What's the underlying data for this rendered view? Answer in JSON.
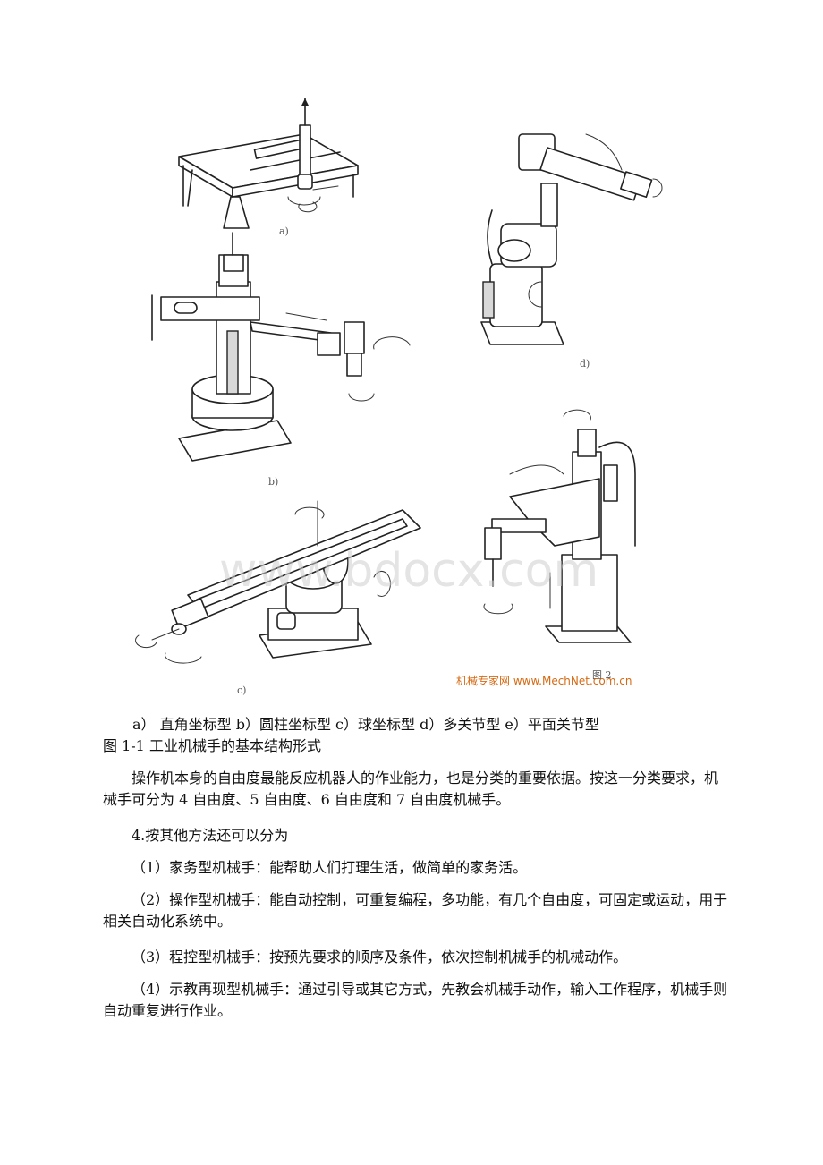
{
  "figure": {
    "sublabels": {
      "a": "a)",
      "b": "b)",
      "c": "c)",
      "d": "d)",
      "e": "图 2"
    },
    "watermark": "www.bdocx.com",
    "credit": "机械专家网 www.MechNet.com.cn"
  },
  "caption": {
    "types": "a） 直角坐标型 b）圆柱坐标型 c）球坐标型 d）多关节型 e）平面关节型",
    "title": "图 1-1 工业机械手的基本结构形式"
  },
  "body": {
    "para1": "操作机本身的自由度最能反应机器人的作业能力，也是分类的重要依据。按这一分类要求，机械手可分为 4 自由度、5 自由度、6 自由度和 7 自由度机械手。",
    "para2": "4.按其他方法还可以分为",
    "item1": "（1）家务型机械手：能帮助人们打理生活，做简单的家务活。",
    "item2": "（2）操作型机械手：能自动控制，可重复编程，多功能，有几个自由度，可固定或运动，用于相关自动化系统中。",
    "item3": "（3）程控型机械手：按预先要求的顺序及条件，依次控制机械手的机械动作。",
    "item4": "（4）示教再现型机械手：通过引导或其它方式，先教会机械手动作，输入工作程序，机械手则自动重复进行作业。"
  }
}
